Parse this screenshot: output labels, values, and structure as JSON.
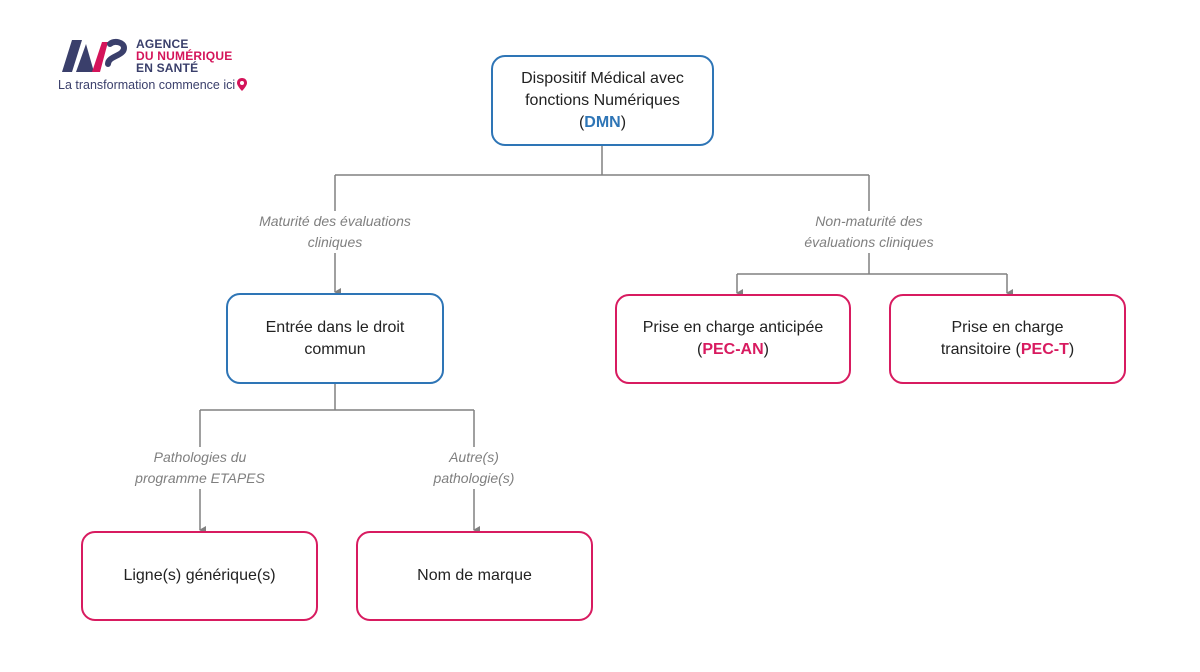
{
  "logo": {
    "line1": "AGENCE",
    "line2": "DU NUMÉRIQUE",
    "line3": "EN SANTÉ",
    "tagline": "La transformation commence ici"
  },
  "nodes": {
    "dmn": {
      "line1": "Dispositif Médical avec",
      "line2": "fonctions Numériques",
      "pre": "(",
      "acronym": "DMN",
      "post": ")"
    },
    "droit_commun": {
      "line1": "Entrée dans le droit",
      "line2": "commun"
    },
    "pec_an": {
      "line1": "Prise en charge anticipée",
      "pre": "(",
      "acronym": "PEC-AN",
      "post": ")"
    },
    "pec_t": {
      "line1": "Prise en charge",
      "line2": "transitoire (",
      "acronym": "PEC-T",
      "post": ")"
    },
    "ligne_generique": {
      "label": "Ligne(s) générique(s)"
    },
    "nom_marque": {
      "label": "Nom de marque"
    }
  },
  "edges": {
    "maturite": {
      "line1": "Maturité des évaluations",
      "line2": "cliniques"
    },
    "non_maturite": {
      "line1": "Non-maturité des",
      "line2": "évaluations cliniques"
    },
    "etapes": {
      "line1": "Pathologies du",
      "line2": "programme ETAPES"
    },
    "autres": {
      "line1": "Autre(s)",
      "line2": "pathologie(s)"
    }
  },
  "colors": {
    "blue_border": "#2e75b6",
    "red_border": "#d81b60",
    "connector": "#808080",
    "edge_label": "#7f7f7f"
  }
}
